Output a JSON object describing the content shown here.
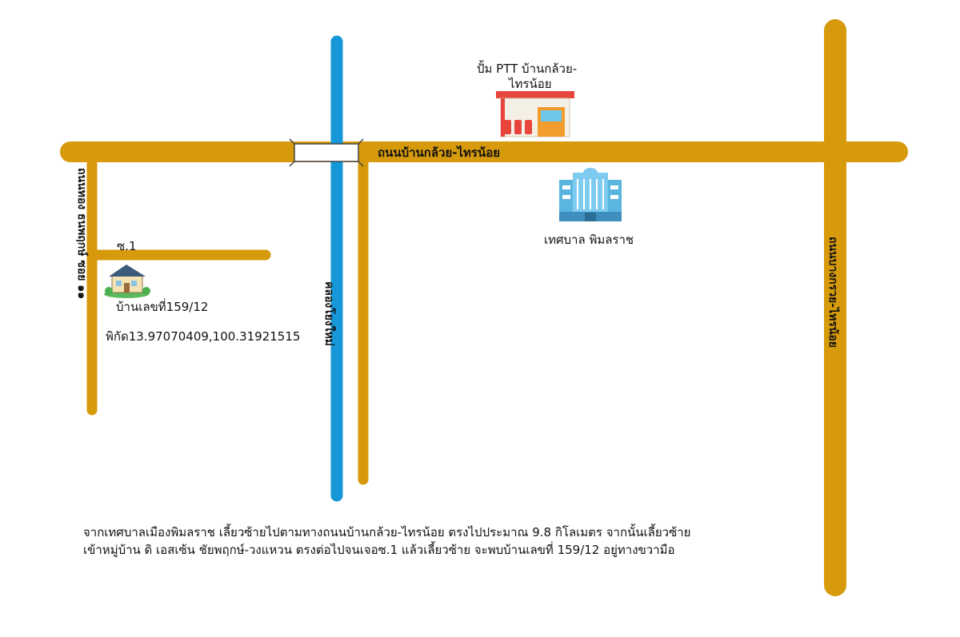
{
  "roads": {
    "main_road_label": "ถนนบ้านกล้วย-ไทรน้อย",
    "west_road_label": "ถนนทอง ธนพฤกษ์ ซอย ๑๑",
    "east_road_label": "ถนนบางกรวย-ไทรน้อย",
    "soi_label": "ซ.1",
    "canal_label": "คลองโยงใหม่"
  },
  "places": {
    "gas_station_line1": "ปั้ม PTT บ้านกล้วย-",
    "gas_station_line2": "ไทรน้อย",
    "municipality_label": "เทศบาล พิมลราช",
    "house_number": "บ้านเลขที่159/12",
    "house_coords": "พิกัด13.97070409,100.31921515"
  },
  "directions": {
    "line1": "จากเทศบาลเมืองพิมลราช เลี้ยวซ้ายไปตามทางถนนบ้านกล้วย-ไทรน้อย ตรงไปประมาณ 9.8 กิโลเมตร จากนั้นเลี้ยวซ้าย",
    "line2": "เข้าหมู่บ้าน ดิ เอสเซ้น ชัยพฤกษ์-วงแหวน ตรงต่อไปจนเจอซ.1 แล้วเลี้ยวซ้าย จะพบบ้านเลขที่ 159/12 อยู่ทางขวามือ"
  },
  "icons": {
    "gas_station": "gas-station-icon",
    "municipality": "building-icon",
    "house": "house-icon",
    "bridge": "bridge-icon"
  },
  "colors": {
    "road": "#D69A0C",
    "canal": "#1597D8",
    "background": "#FFFFFF"
  }
}
